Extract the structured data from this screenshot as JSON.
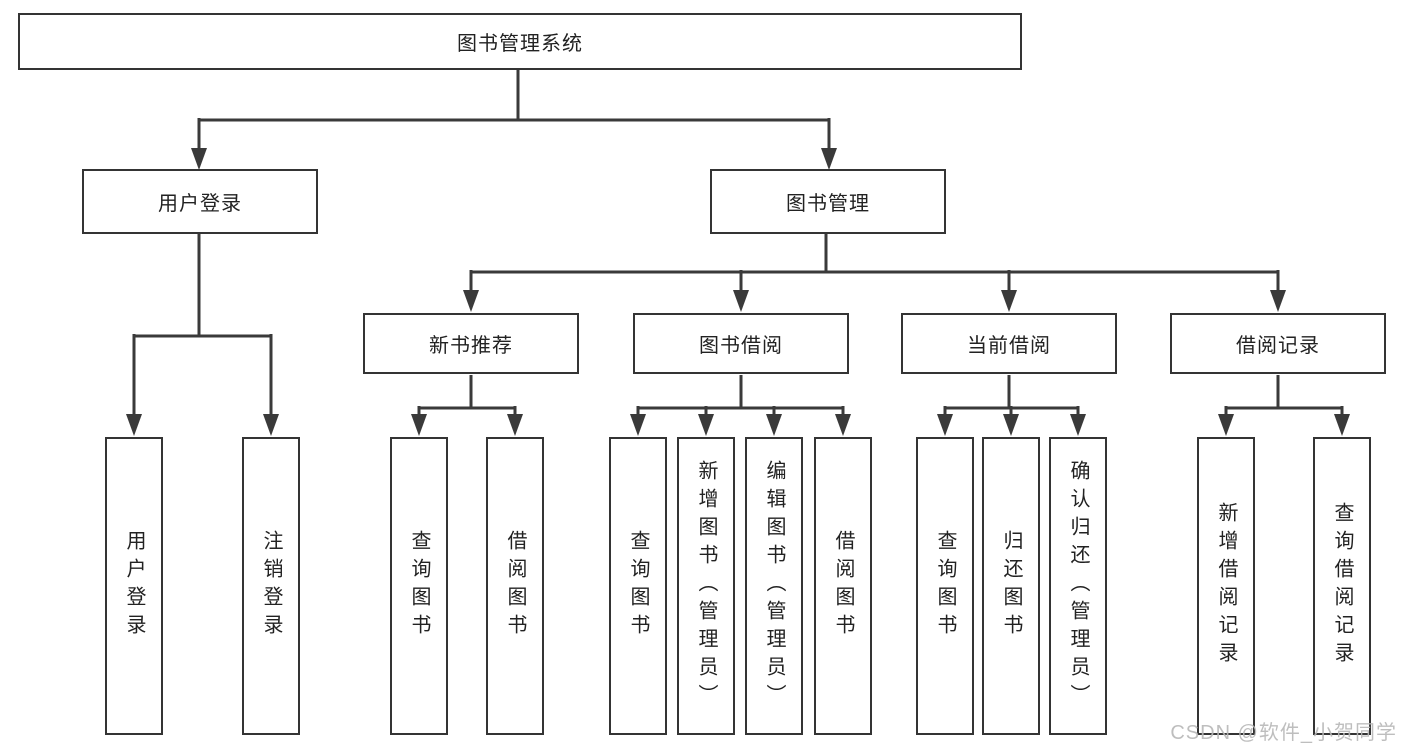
{
  "colors": {
    "line": "#3a3a3a",
    "border": "#343434",
    "text": "#222222",
    "watermark": "#b8b8b8",
    "background": "#ffffff"
  },
  "watermark": {
    "text": "CSDN @软件_小贺同学"
  },
  "tree": {
    "label": "图书管理系统",
    "children": [
      {
        "label": "用户登录",
        "children": [
          {
            "label": "用户登录"
          },
          {
            "label": "注销登录"
          }
        ]
      },
      {
        "label": "图书管理",
        "children": [
          {
            "label": "新书推荐",
            "children": [
              {
                "label": "查询图书"
              },
              {
                "label": "借阅图书"
              }
            ]
          },
          {
            "label": "图书借阅",
            "children": [
              {
                "label": "查询图书"
              },
              {
                "label": "新增图书（管理员）"
              },
              {
                "label": "编辑图书（管理员）"
              },
              {
                "label": "借阅图书"
              }
            ]
          },
          {
            "label": "当前借阅",
            "children": [
              {
                "label": "查询图书"
              },
              {
                "label": "归还图书"
              },
              {
                "label": "确认归还（管理员）"
              }
            ]
          },
          {
            "label": "借阅记录",
            "children": [
              {
                "label": "新增借阅记录"
              },
              {
                "label": "查询借阅记录"
              }
            ]
          }
        ]
      }
    ]
  }
}
